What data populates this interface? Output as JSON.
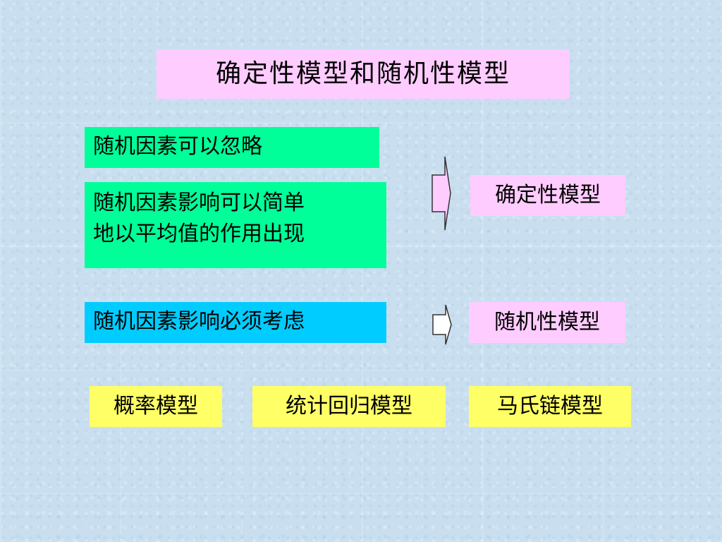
{
  "title": "确定性模型和随机性模型",
  "left": {
    "item1": "随机因素可以忽略",
    "item2_line1": "随机因素影响可以简单",
    "item2_line2": "地以平均值的作用出现",
    "item3": "随机因素影响必须考虑"
  },
  "right": {
    "deterministic": "确定性模型",
    "stochastic": "随机性模型"
  },
  "bottom": {
    "b1": "概率模型",
    "b2": "统计回归模型",
    "b3": "马氏链模型"
  },
  "colors": {
    "title_bg": "#ffccff",
    "green_bg": "#00ff99",
    "cyan_bg": "#00ccff",
    "pink_bg": "#ffccff",
    "yellow_bg": "#ffff66",
    "background": "#c9dff0"
  }
}
